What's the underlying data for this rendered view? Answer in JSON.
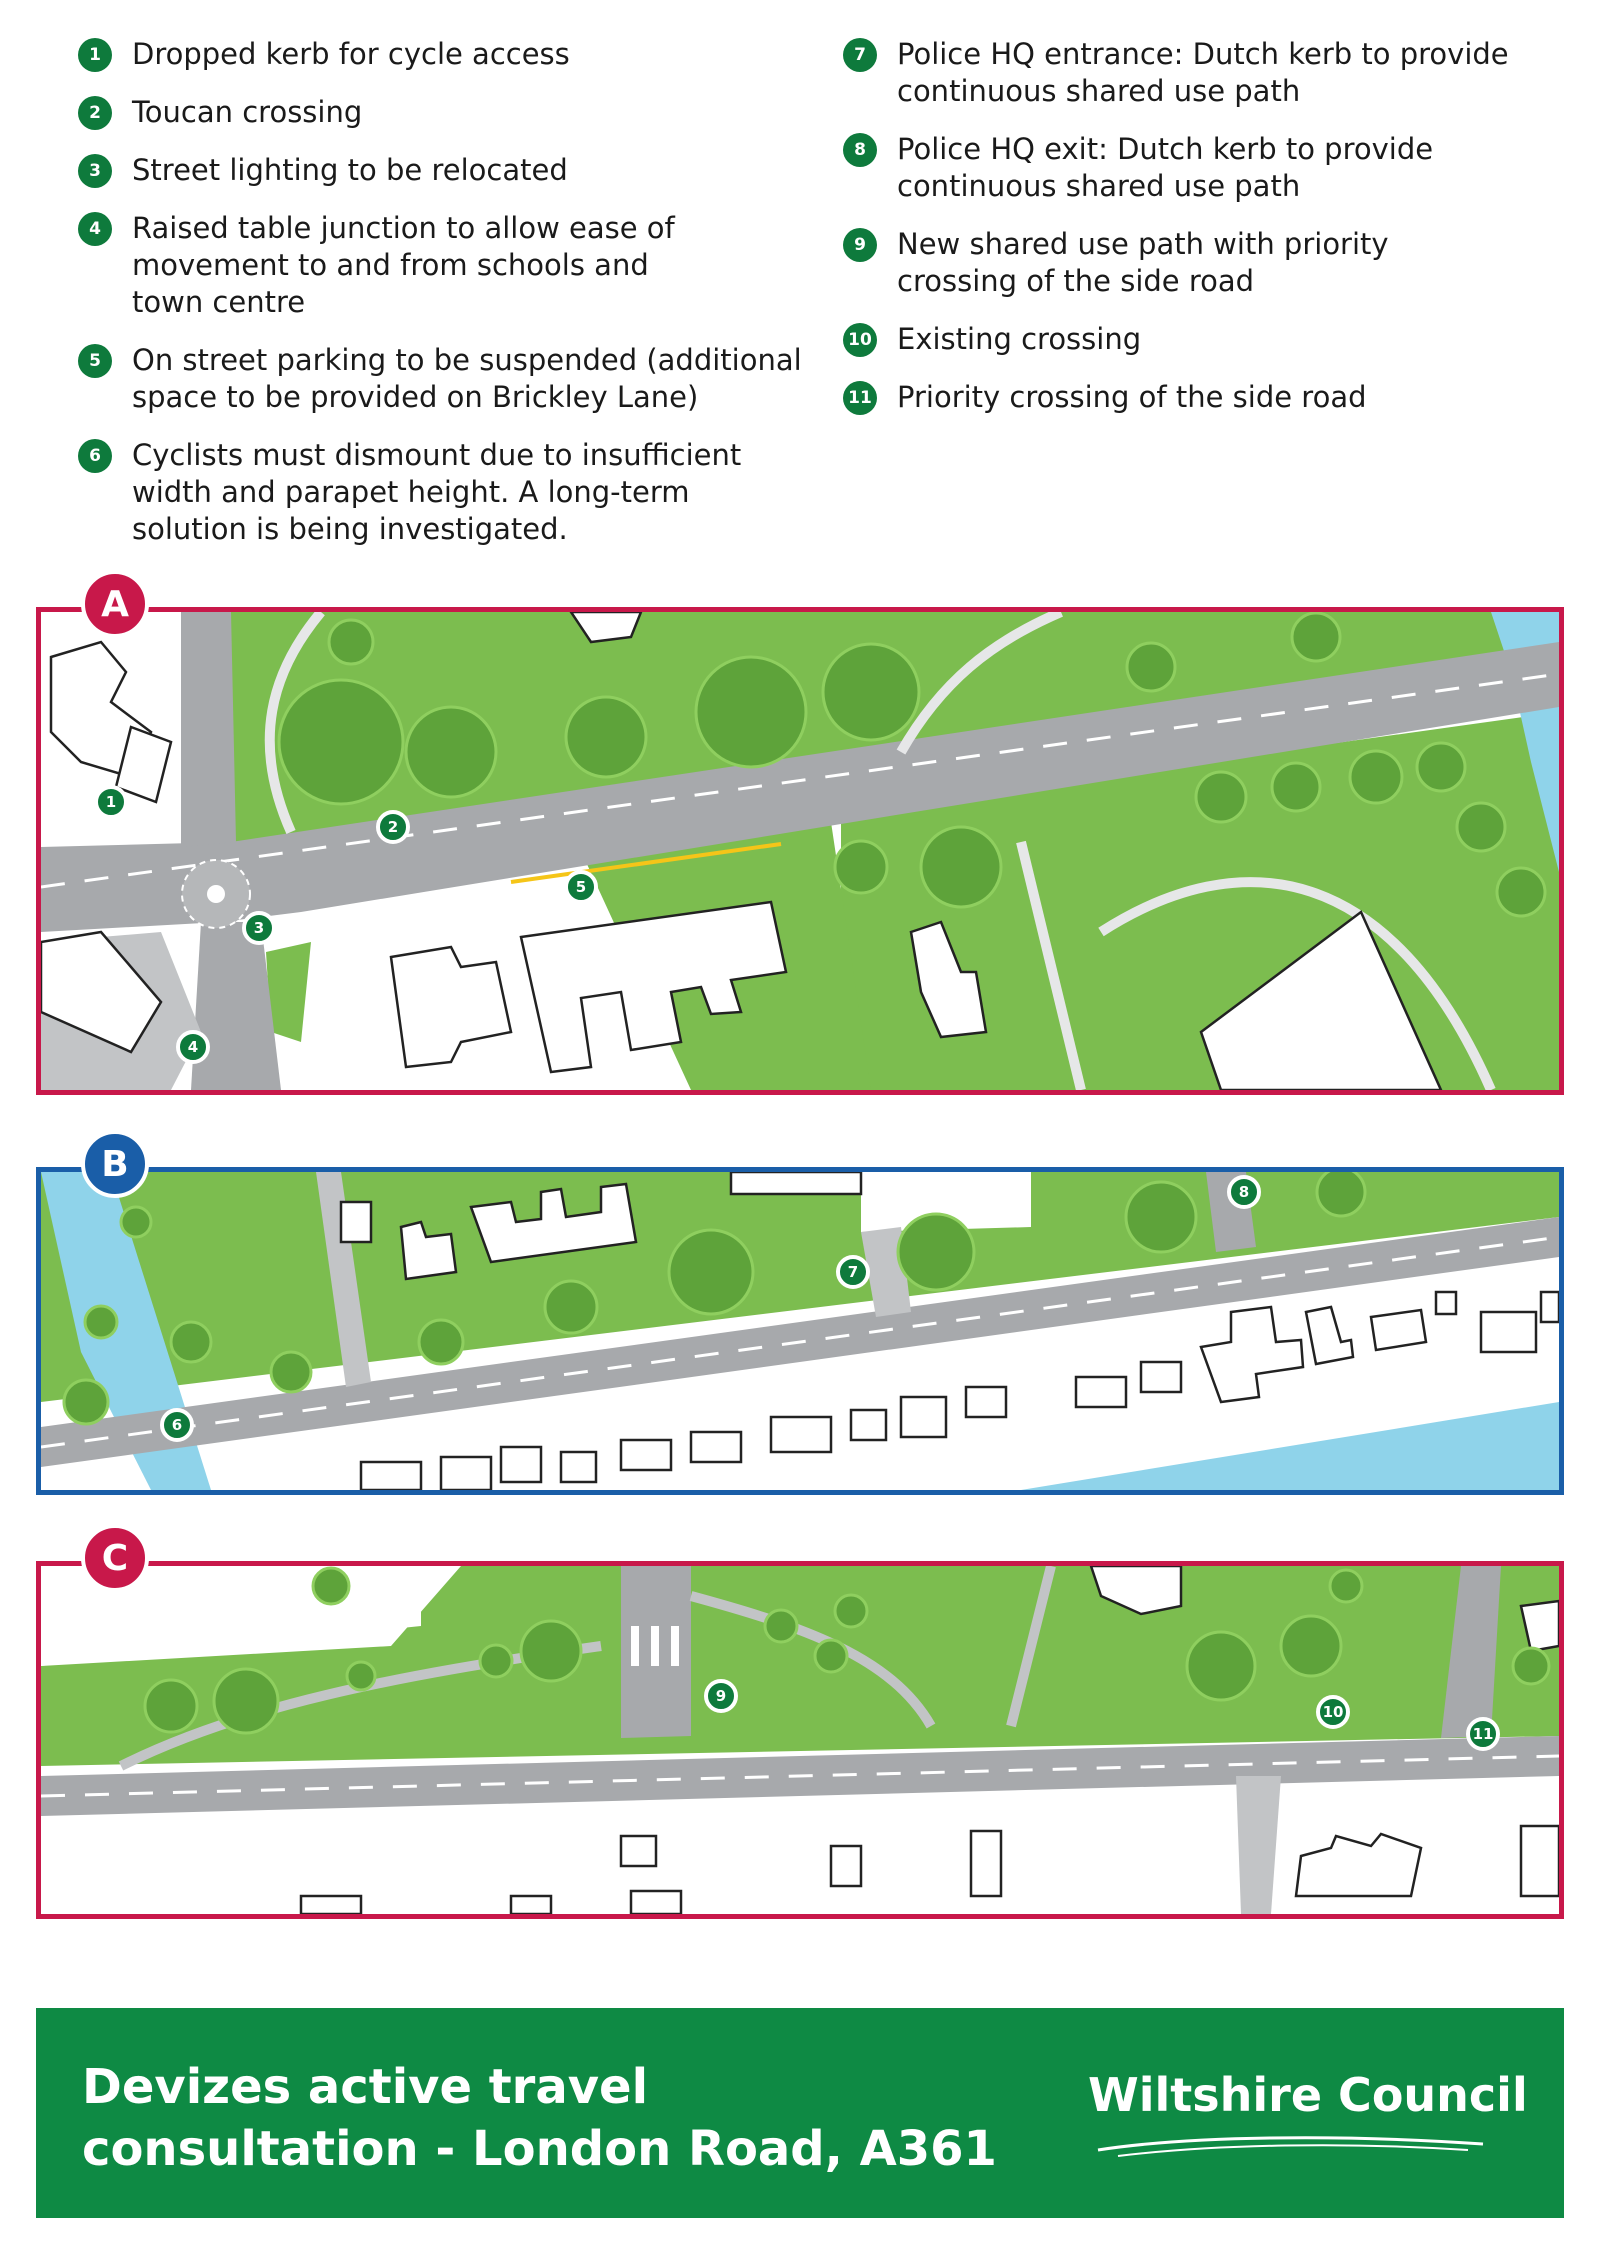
{
  "legend": {
    "items": [
      {
        "num": "1",
        "text": "Dropped kerb for cycle access"
      },
      {
        "num": "2",
        "text": "Toucan crossing"
      },
      {
        "num": "3",
        "text": "Street lighting to be relocated"
      },
      {
        "num": "4",
        "text": "Raised table junction to allow ease of\nmovement to and from schools and\ntown centre"
      },
      {
        "num": "5",
        "text": "On street parking to be suspended (additional\nspace to be provided on Brickley Lane)"
      },
      {
        "num": "6",
        "text": "Cyclists must dismount due to insufficient\nwidth and parapet height. A long-term\nsolution is being investigated."
      },
      {
        "num": "7",
        "text": "Police HQ entrance: Dutch kerb to provide\ncontinuous shared use path"
      },
      {
        "num": "8",
        "text": "Police HQ exit: Dutch kerb to provide\ncontinuous shared use path"
      },
      {
        "num": "9",
        "text": "New shared use path with priority\ncrossing of the side road"
      },
      {
        "num": "10",
        "text": "Existing crossing"
      },
      {
        "num": "11",
        "text": "Priority crossing of the side road"
      }
    ]
  },
  "panels": {
    "a": {
      "label": "A"
    },
    "b": {
      "label": "B"
    },
    "c": {
      "label": "C"
    }
  },
  "markers": {
    "m1": "1",
    "m2": "2",
    "m3": "3",
    "m4": "4",
    "m5": "5",
    "m6": "6",
    "m7": "7",
    "m8": "8",
    "m9": "9",
    "m10": "10",
    "m11": "11"
  },
  "footer": {
    "title": "Devizes active travel\nconsultation - London Road, A361",
    "logo": "Wiltshire Council"
  },
  "colors": {
    "grass": "#7cbd4f",
    "tree": "#5ea33a",
    "road": "#a7a9ac",
    "path": "#cfd1d3",
    "water": "#8fd3ea",
    "brand_green": "#0e8a44",
    "panel_red": "#c8184a",
    "panel_blue": "#1a5ea8"
  }
}
